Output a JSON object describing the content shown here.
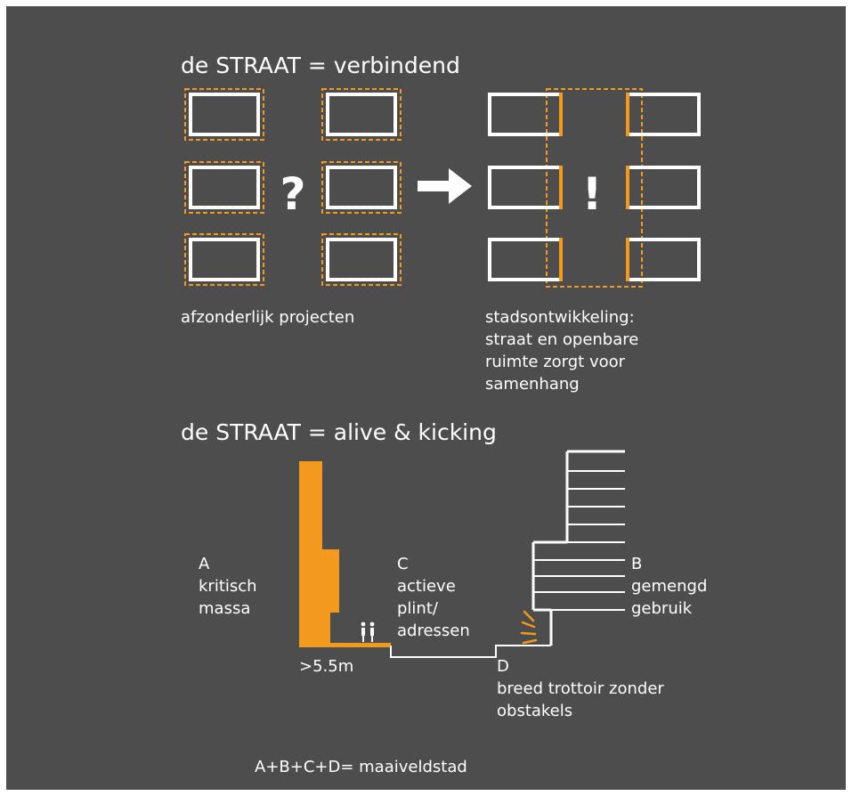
{
  "colors": {
    "background": "#4d4d4d",
    "line": "#ffffff",
    "accent": "#f39a1e",
    "text": "#ffffff"
  },
  "section1": {
    "title": "de STRAAT = verbindend",
    "question_mark": "?",
    "exclamation_mark": "!",
    "left_caption": "afzonderlijk projecten",
    "right_caption_lines": [
      "stadsontwikkeling:",
      "straat en openbare",
      "ruimte zorgt voor",
      "samenhang"
    ]
  },
  "section2": {
    "title": "de STRAAT = alive & kicking",
    "label_a": [
      "A",
      "kritisch",
      "massa"
    ],
    "label_b": [
      "B",
      "gemengd",
      "gebruik"
    ],
    "label_c": [
      "C",
      "actieve",
      "plint/",
      "adressen"
    ],
    "label_d": [
      "D",
      "breed trottoir zonder",
      "obstakels"
    ],
    "dimension": ">5.5m"
  },
  "footer": {
    "formula": "A+B+C+D= maaiveldstad"
  }
}
